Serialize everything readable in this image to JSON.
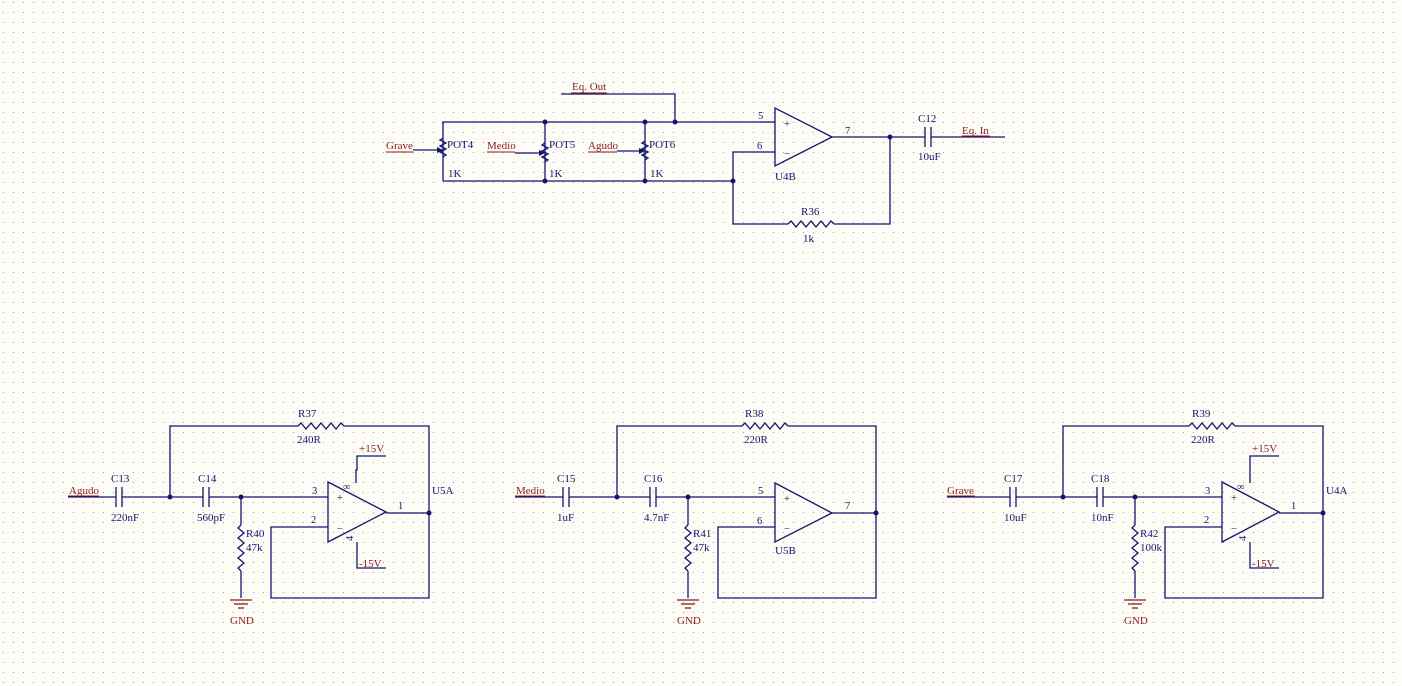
{
  "nets": {
    "eq_out": "Eq. Out",
    "eq_in": "Eq. In",
    "grave": "Grave",
    "medio": "Medio",
    "agudo": "Agudo",
    "gnd": "GND",
    "vpos": "+15V",
    "vneg": "-15V"
  },
  "mixer": {
    "pot4": {
      "ref": "POT4",
      "value": "1K"
    },
    "pot5": {
      "ref": "POT5",
      "value": "1K"
    },
    "pot6": {
      "ref": "POT6",
      "value": "1K"
    },
    "u4b": "U4B",
    "c12": {
      "ref": "C12",
      "value": "10uF"
    },
    "r36": {
      "ref": "R36",
      "value": "1k"
    },
    "pin_plus": "5",
    "pin_minus": "6",
    "pin_out": "7"
  },
  "agudo_filter": {
    "c13": {
      "ref": "C13",
      "value": "220nF"
    },
    "c14": {
      "ref": "C14",
      "value": "560pF"
    },
    "r37": {
      "ref": "R37",
      "value": "240R"
    },
    "r40": {
      "ref": "R40",
      "value": "47k"
    },
    "u5a": "U5A",
    "pin_plus": "3",
    "pin_minus": "2",
    "pin_out": "1",
    "pin_v": "4"
  },
  "medio_filter": {
    "c15": {
      "ref": "C15",
      "value": "1uF"
    },
    "c16": {
      "ref": "C16",
      "value": "4.7nF"
    },
    "r38": {
      "ref": "R38",
      "value": "220R"
    },
    "r41": {
      "ref": "R41",
      "value": "47k"
    },
    "u5b": "U5B",
    "pin_plus": "5",
    "pin_minus": "6",
    "pin_out": "7"
  },
  "grave_filter": {
    "c17": {
      "ref": "C17",
      "value": "10uF"
    },
    "c18": {
      "ref": "C18",
      "value": "10nF"
    },
    "r39": {
      "ref": "R39",
      "value": "220R"
    },
    "r42": {
      "ref": "R42",
      "value": "100k"
    },
    "u4a": "U4A",
    "pin_plus": "3",
    "pin_minus": "2",
    "pin_out": "1",
    "pin_v": "4"
  },
  "symbols": {
    "infinity": "∞",
    "plus": "+",
    "minus": "−"
  },
  "colors": {
    "background": "#fdfcf7",
    "wire": "#14146e",
    "net_label": "#8b1a1a",
    "grid_dot": "#9a9a9a"
  }
}
